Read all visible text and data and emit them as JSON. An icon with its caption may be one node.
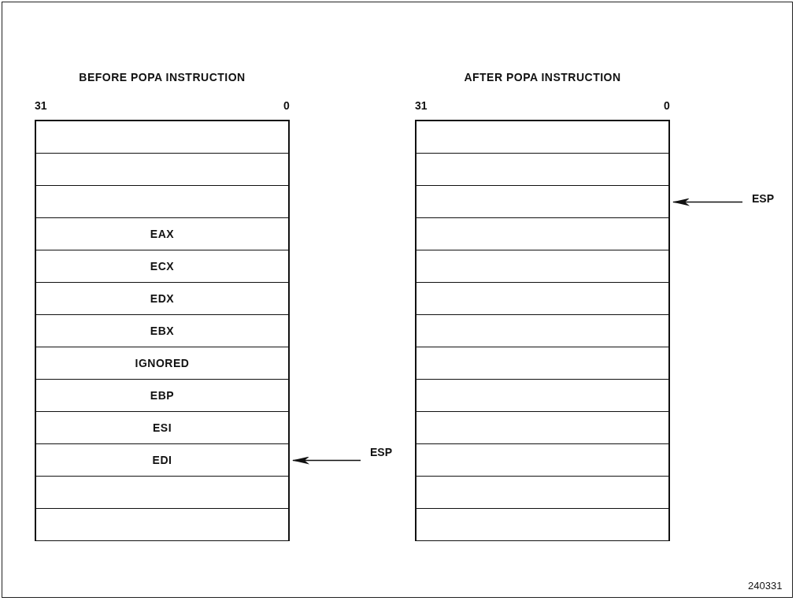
{
  "diagram": {
    "nodes": [
      {
        "text": [
          "BEFORE POPA INSTRUCTION"
        ]
      },
      {
        "text": [],
        "shape": "box",
        "in": 0
      },
      {
        "text": [],
        "shape": "box",
        "in": 0
      },
      {
        "text": [],
        "shape": "box",
        "in": 0
      },
      {
        "text": [
          "EAX"
        ],
        "in": 0
      },
      {
        "text": [
          "ECX"
        ],
        "in": 0
      },
      {
        "text": [
          "EDX"
        ],
        "in": 0
      },
      {
        "text": [
          "EBX"
        ],
        "in": 0
      },
      {
        "text": [
          "IGNORED"
        ],
        "in": 0
      },
      {
        "text": [
          "EBP"
        ],
        "in": 0
      },
      {
        "text": [
          "ESI"
        ],
        "in": 0
      },
      {
        "text": [
          "EDI"
        ],
        "in": 0
      },
      {
        "text": [],
        "shape": "box",
        "in": 0
      },
      {
        "text": [],
        "shape": "box",
        "in": 0
      },
      {
        "text": [
          "ESP"
        ]
      },
      {
        "text": [
          "AFTER POPA INSTRUCTION"
        ]
      },
      {
        "text": [],
        "shape": "box",
        "in": 15
      },
      {
        "text": [],
        "shape": "box",
        "in": 15
      },
      {
        "text": [],
        "shape": "box",
        "in": 15
      },
      {
        "text": [],
        "shape": "box",
        "in": 15
      },
      {
        "text": [],
        "shape": "box",
        "in": 15
      },
      {
        "text": [],
        "shape": "box",
        "in": 15
      },
      {
        "text": [],
        "shape": "box",
        "in": 15
      },
      {
        "text": [],
        "shape": "box",
        "in": 15
      },
      {
        "text": [],
        "shape": "box",
        "in": 15
      },
      {
        "text": [],
        "shape": "box",
        "in": 15
      },
      {
        "text": [],
        "shape": "box",
        "in": 15
      },
      {
        "text": [],
        "shape": "box",
        "in": 15
      },
      {
        "text": [],
        "shape": "box",
        "in": 15
      },
      {
        "text": [
          "ESP"
        ]
      }
    ],
    "edges": [
      {
        "from": 14,
        "to": 11,
        "arrow": "to"
      },
      {
        "from": 29,
        "to": 18,
        "arrow": "to"
      }
    ],
    "labels": [
      "31",
      "0",
      "31",
      "0",
      "240331"
    ]
  }
}
